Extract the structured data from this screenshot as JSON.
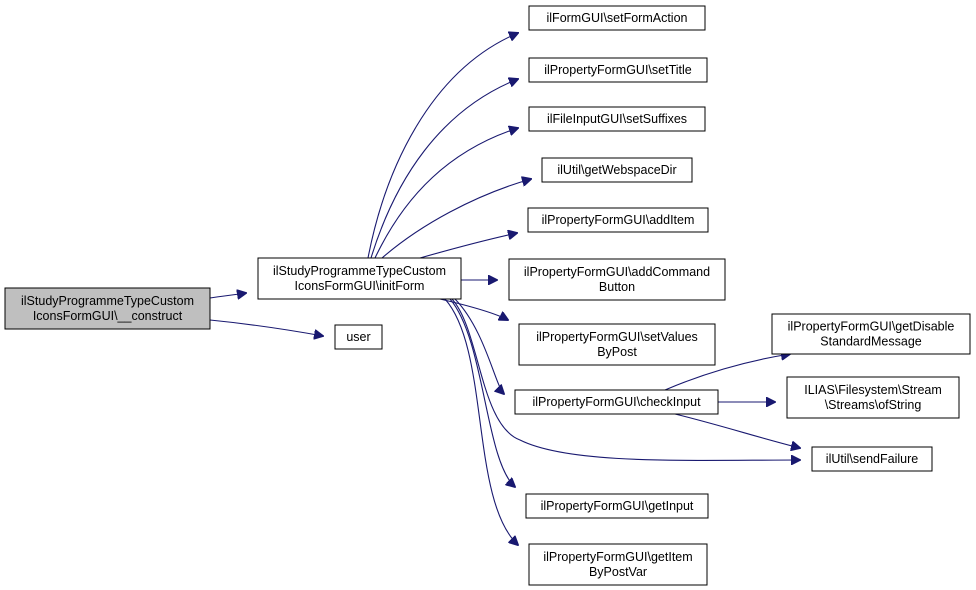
{
  "graph": {
    "colors": {
      "edge": "#191970",
      "root_fill": "#bfbfbf",
      "node_fill": "#ffffff",
      "node_border": "#000000"
    },
    "nodes": [
      {
        "id": "n0",
        "lines": [
          "ilStudyProgrammeTypeCustom",
          "IconsFormGUI\\__construct"
        ],
        "root": true
      },
      {
        "id": "n1",
        "lines": [
          "ilStudyProgrammeTypeCustom",
          "IconsFormGUI\\initForm"
        ]
      },
      {
        "id": "n2",
        "lines": [
          "user"
        ]
      },
      {
        "id": "n3",
        "lines": [
          "ilFormGUI\\setFormAction"
        ]
      },
      {
        "id": "n4",
        "lines": [
          "ilPropertyFormGUI\\setTitle"
        ]
      },
      {
        "id": "n5",
        "lines": [
          "ilFileInputGUI\\setSuffixes"
        ]
      },
      {
        "id": "n6",
        "lines": [
          "ilUtil\\getWebspaceDir"
        ]
      },
      {
        "id": "n7",
        "lines": [
          "ilPropertyFormGUI\\addItem"
        ]
      },
      {
        "id": "n8",
        "lines": [
          "ilPropertyFormGUI\\addCommand",
          "Button"
        ]
      },
      {
        "id": "n9",
        "lines": [
          "ilPropertyFormGUI\\setValues",
          "ByPost"
        ]
      },
      {
        "id": "n10",
        "lines": [
          "ilPropertyFormGUI\\checkInput"
        ]
      },
      {
        "id": "n11",
        "lines": [
          "ilPropertyFormGUI\\getInput"
        ]
      },
      {
        "id": "n12",
        "lines": [
          "ilPropertyFormGUI\\getItem",
          "ByPostVar"
        ]
      },
      {
        "id": "n13",
        "lines": [
          "ilPropertyFormGUI\\getDisable",
          "StandardMessage"
        ]
      },
      {
        "id": "n14",
        "lines": [
          "ILIAS\\Filesystem\\Stream",
          "\\Streams\\ofString"
        ]
      },
      {
        "id": "n15",
        "lines": [
          "ilUtil\\sendFailure"
        ]
      }
    ],
    "edges": [
      {
        "from": "n0",
        "to": "n1"
      },
      {
        "from": "n0",
        "to": "n2"
      },
      {
        "from": "n1",
        "to": "n3"
      },
      {
        "from": "n1",
        "to": "n4"
      },
      {
        "from": "n1",
        "to": "n5"
      },
      {
        "from": "n1",
        "to": "n6"
      },
      {
        "from": "n1",
        "to": "n7"
      },
      {
        "from": "n1",
        "to": "n8"
      },
      {
        "from": "n1",
        "to": "n9"
      },
      {
        "from": "n1",
        "to": "n10"
      },
      {
        "from": "n1",
        "to": "n15"
      },
      {
        "from": "n1",
        "to": "n11"
      },
      {
        "from": "n1",
        "to": "n12"
      },
      {
        "from": "n10",
        "to": "n13"
      },
      {
        "from": "n10",
        "to": "n14"
      },
      {
        "from": "n10",
        "to": "n15"
      }
    ]
  }
}
